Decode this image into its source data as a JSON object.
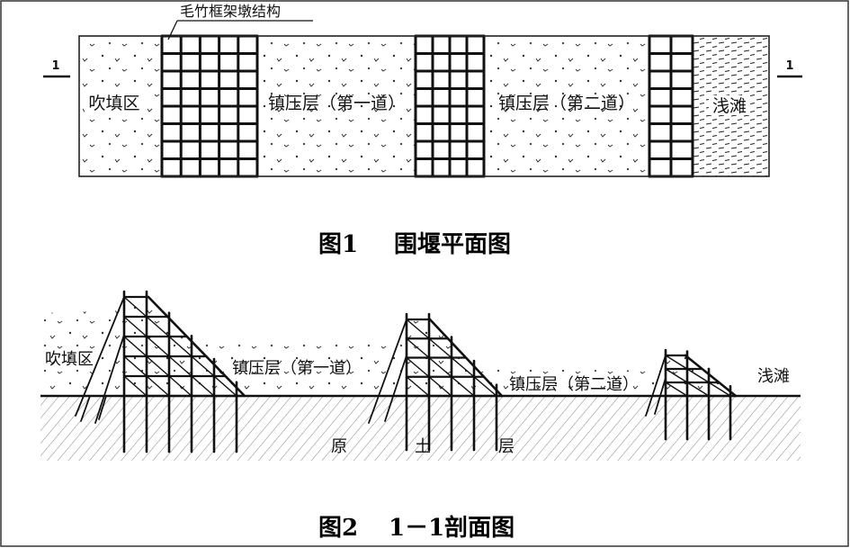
{
  "fig1": {
    "callout": "毛竹框架墩结构",
    "section_mark_left": "1",
    "section_mark_right": "1",
    "zones": {
      "fill": "吹填区",
      "press1": "镇压层（第一道）",
      "press2": "镇压层（第二道）",
      "shoal": "浅滩"
    },
    "caption_number": "图1",
    "caption_title": "围堰平面图"
  },
  "fig2": {
    "labels": {
      "fill": "吹填区",
      "press1": "镇压层（第一道）",
      "press2": "镇压层（第二道）",
      "shoal": "浅滩",
      "soil": "原土层"
    },
    "caption_number": "图2",
    "caption_title": "1－1剖面图"
  }
}
